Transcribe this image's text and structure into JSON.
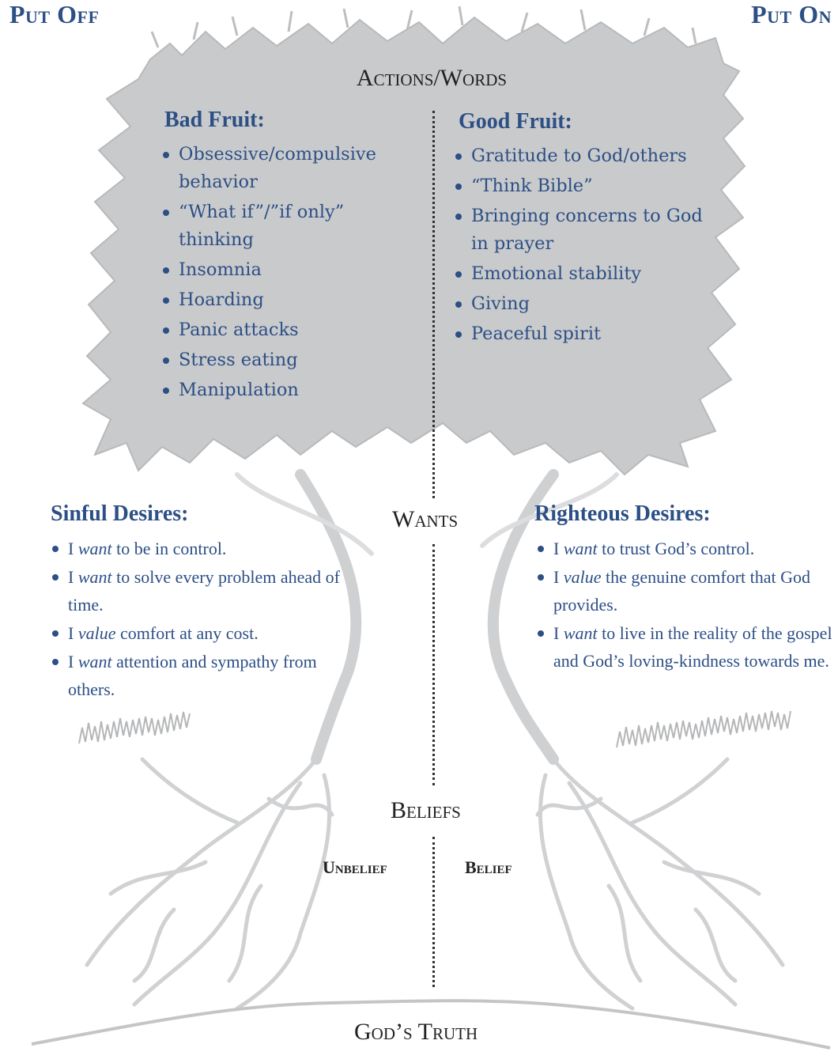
{
  "corners": {
    "left": "Put Off",
    "right": "Put On"
  },
  "levels": {
    "actions": "Actions/Words",
    "wants": "Wants",
    "beliefs": "Beliefs",
    "unbelief": "Unbelief",
    "belief": "Belief",
    "truth": "God’s Truth"
  },
  "bad_fruit": {
    "title": "Bad Fruit:",
    "items": [
      "Obsessive/compulsive behavior",
      "“What if”/”if only” thinking",
      "Insomnia",
      "Hoarding",
      "Panic attacks",
      "Stress eating",
      "Manipulation"
    ]
  },
  "good_fruit": {
    "title": "Good Fruit:",
    "items": [
      "Gratitude to God/others",
      "“Think Bible”",
      "Bringing concerns to God in prayer",
      "Emotional stability",
      "Giving",
      "Peaceful spirit"
    ]
  },
  "sinful_desires": {
    "title": "Sinful Desires:",
    "items": [
      {
        "pre": "I ",
        "em": "want",
        "post": " to be in control."
      },
      {
        "pre": "I ",
        "em": "want",
        "post": " to solve every problem ahead of time."
      },
      {
        "pre": "I ",
        "em": "value",
        "post": " comfort at any cost."
      },
      {
        "pre": "I ",
        "em": "want",
        "post": " attention and sympathy from others."
      }
    ]
  },
  "righteous_desires": {
    "title": "Righteous Desires:",
    "items": [
      {
        "pre": "I ",
        "em": "want",
        "post": " to trust God’s control."
      },
      {
        "pre": "I ",
        "em": "value",
        "post": " the genuine comfort that God provides."
      },
      {
        "pre": "I ",
        "em": "want",
        "post": " to live in the reality of the gospel and God’s loving-kindness towards me."
      }
    ]
  },
  "colors": {
    "accent": "#2c4f86",
    "canopy": "#c9cacb",
    "roots": "#cfd0d2"
  }
}
